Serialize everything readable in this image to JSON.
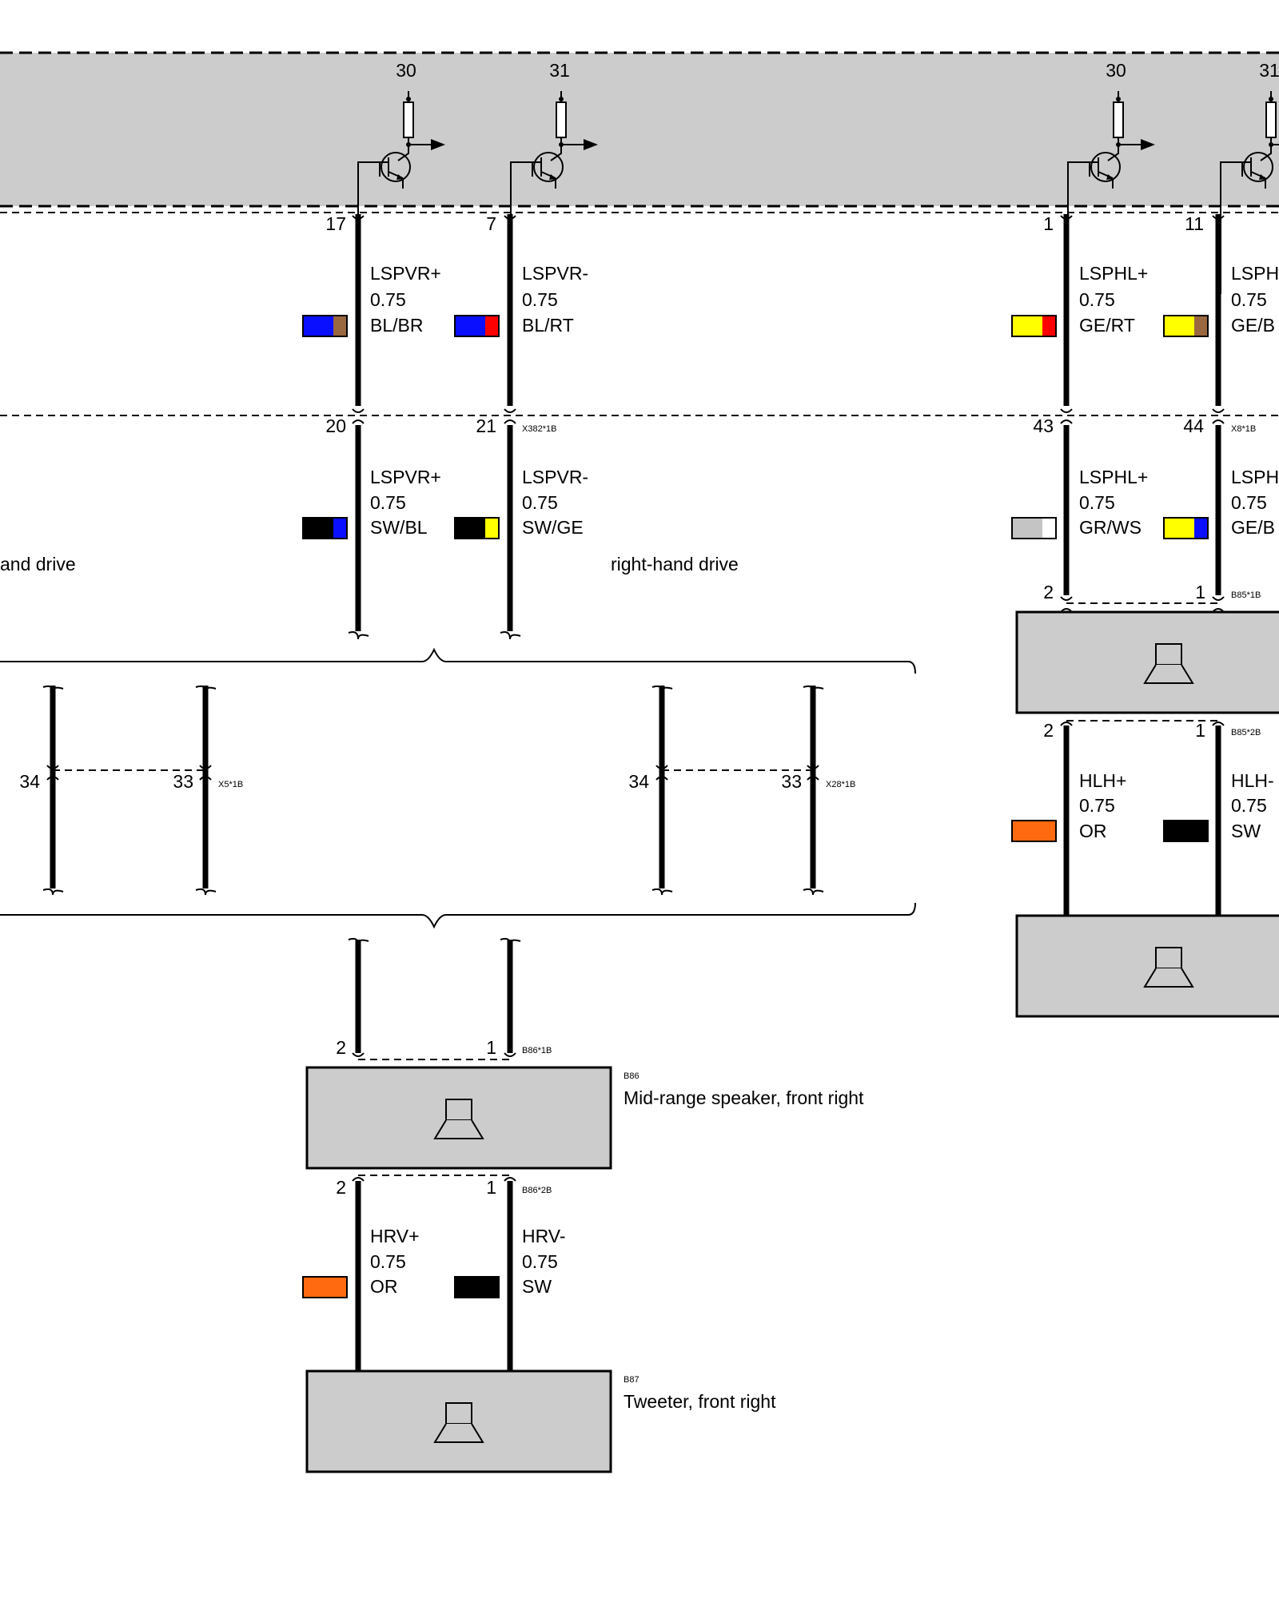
{
  "colors": {
    "BL": "#0a10ff",
    "BR": "#9a6840",
    "RT": "#ff0000",
    "GE": "#ffff00",
    "SW": "#000000",
    "GR": "#c4c4c4",
    "WS": "#ffffff",
    "OR": "#ff6a10",
    "module_fill": "#cccccc"
  },
  "supply_terms": [
    "30",
    "31",
    "30",
    "31"
  ],
  "pins": {
    "top": [
      "17",
      "7",
      "1",
      "11"
    ],
    "mid": [
      "20",
      "21",
      "43",
      "44"
    ],
    "b85_1": [
      "2",
      "1"
    ],
    "b85_2": [
      "2",
      "1"
    ],
    "x5": [
      "34",
      "33"
    ],
    "x28": [
      "34",
      "33"
    ],
    "b86_1": [
      "2",
      "1"
    ],
    "b86_2": [
      "2",
      "1"
    ]
  },
  "connectors": {
    "x382": "X382*1B",
    "x8": "X8*1B",
    "b85_1": "B85*1B",
    "b85_2": "B85*2B",
    "x5": "X5*1B",
    "x28": "X28*1B",
    "b86_1": "B86*1B",
    "b86_2": "B86*2B"
  },
  "wires_top": [
    {
      "name": "LSPVR+",
      "size": "0.75",
      "color_code": "BL/BR",
      "c1": "BL",
      "c2": "BR"
    },
    {
      "name": "LSPVR-",
      "size": "0.75",
      "color_code": "BL/RT",
      "c1": "BL",
      "c2": "RT"
    },
    {
      "name": "LSPHL+",
      "size": "0.75",
      "color_code": "GE/RT",
      "c1": "GE",
      "c2": "RT"
    },
    {
      "name": "LSPH",
      "size": "0.75",
      "color_code": "GE/B",
      "c1": "GE",
      "c2": "BR"
    }
  ],
  "wires_mid": [
    {
      "name": "LSPVR+",
      "size": "0.75",
      "color_code": "SW/BL",
      "c1": "SW",
      "c2": "BL"
    },
    {
      "name": "LSPVR-",
      "size": "0.75",
      "color_code": "SW/GE",
      "c1": "SW",
      "c2": "GE"
    },
    {
      "name": "LSPHL+",
      "size": "0.75",
      "color_code": "GR/WS",
      "c1": "GR",
      "c2": "WS"
    },
    {
      "name": "LSPH",
      "size": "0.75",
      "color_code": "GE/B",
      "c1": "GE",
      "c2": "BL"
    }
  ],
  "wires_tweeter_rear": [
    {
      "name": "HLH+",
      "size": "0.75",
      "color_code": "OR",
      "c1": "OR",
      "c2": "OR"
    },
    {
      "name": "HLH-",
      "size": "0.75",
      "color_code": "SW",
      "c1": "SW",
      "c2": "SW"
    }
  ],
  "wires_tweeter_front": [
    {
      "name": "HRV+",
      "size": "0.75",
      "color_code": "OR",
      "c1": "OR",
      "c2": "OR"
    },
    {
      "name": "HRV-",
      "size": "0.75",
      "color_code": "SW",
      "c1": "SW",
      "c2": "SW"
    }
  ],
  "drive_labels": {
    "left": "and drive",
    "right": "right-hand drive"
  },
  "components": {
    "b86": {
      "id": "B86",
      "name": "Mid-range speaker, front right",
      "icon": "speaker-icon"
    },
    "b87": {
      "id": "B87",
      "name": "Tweeter, front right",
      "icon": "speaker-icon"
    }
  }
}
